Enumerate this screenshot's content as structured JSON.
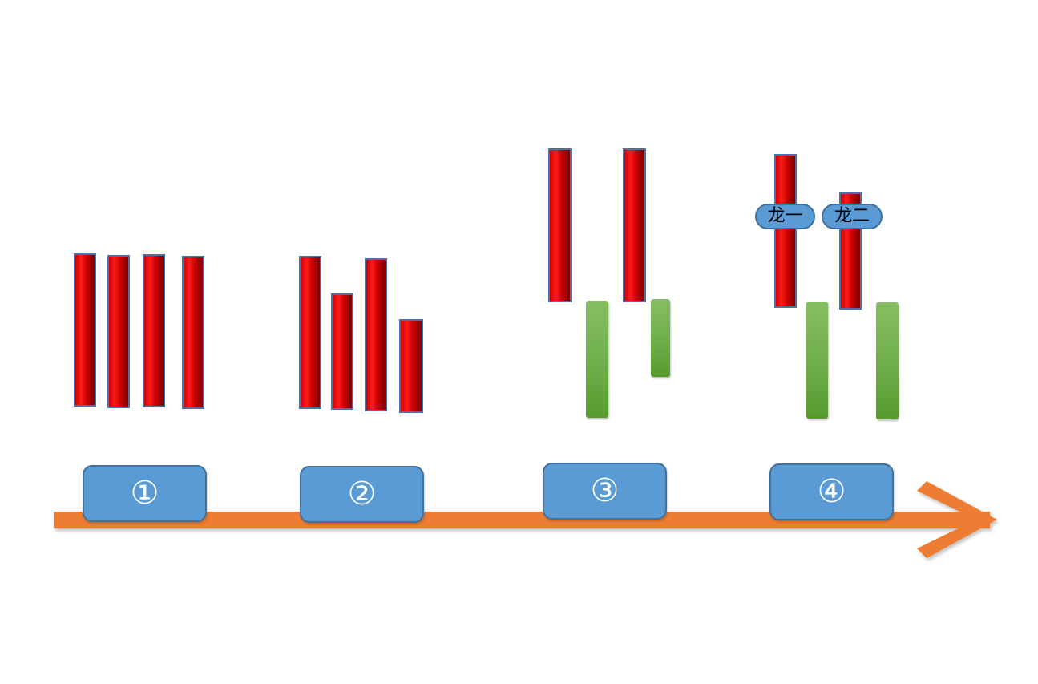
{
  "steps": [
    {
      "label": "①"
    },
    {
      "label": "②"
    },
    {
      "label": "③"
    },
    {
      "label": "④"
    }
  ],
  "labels": {
    "dragon_one": "龙一",
    "dragon_two": "龙二"
  },
  "colors": {
    "arrow": "#ed7d31",
    "step_box": "#5b9bd5",
    "red_bar": "#d00000",
    "green_bar": "#70ad47"
  }
}
